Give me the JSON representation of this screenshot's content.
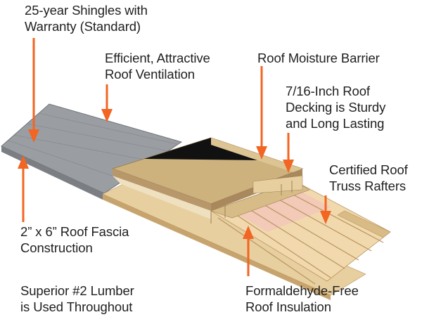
{
  "labels": {
    "shingles": "25-year Shingles with\nWarranty (Standard)",
    "ventilation": "Efficient, Attractive\nRoof Ventilation",
    "moisture": "Roof Moisture Barrier",
    "decking": "7/16-Inch Roof\nDecking is Sturdy\nand Long Lasting",
    "truss": "Certified Roof\nTruss Rafters",
    "fascia": "2” x 6” Roof Fascia\nConstruction",
    "lumber": "Superior #2 Lumber\nis Used Throughout",
    "insulation": "Formaldehyde-Free\nRoof Insulation"
  },
  "colors": {
    "arrow": "#f26522",
    "shingle": "#9a9ea3",
    "decking": "#cdb27e",
    "barrier": "#111111",
    "lumber": "#e9d2a6",
    "insulation": "#f3c7b8"
  }
}
